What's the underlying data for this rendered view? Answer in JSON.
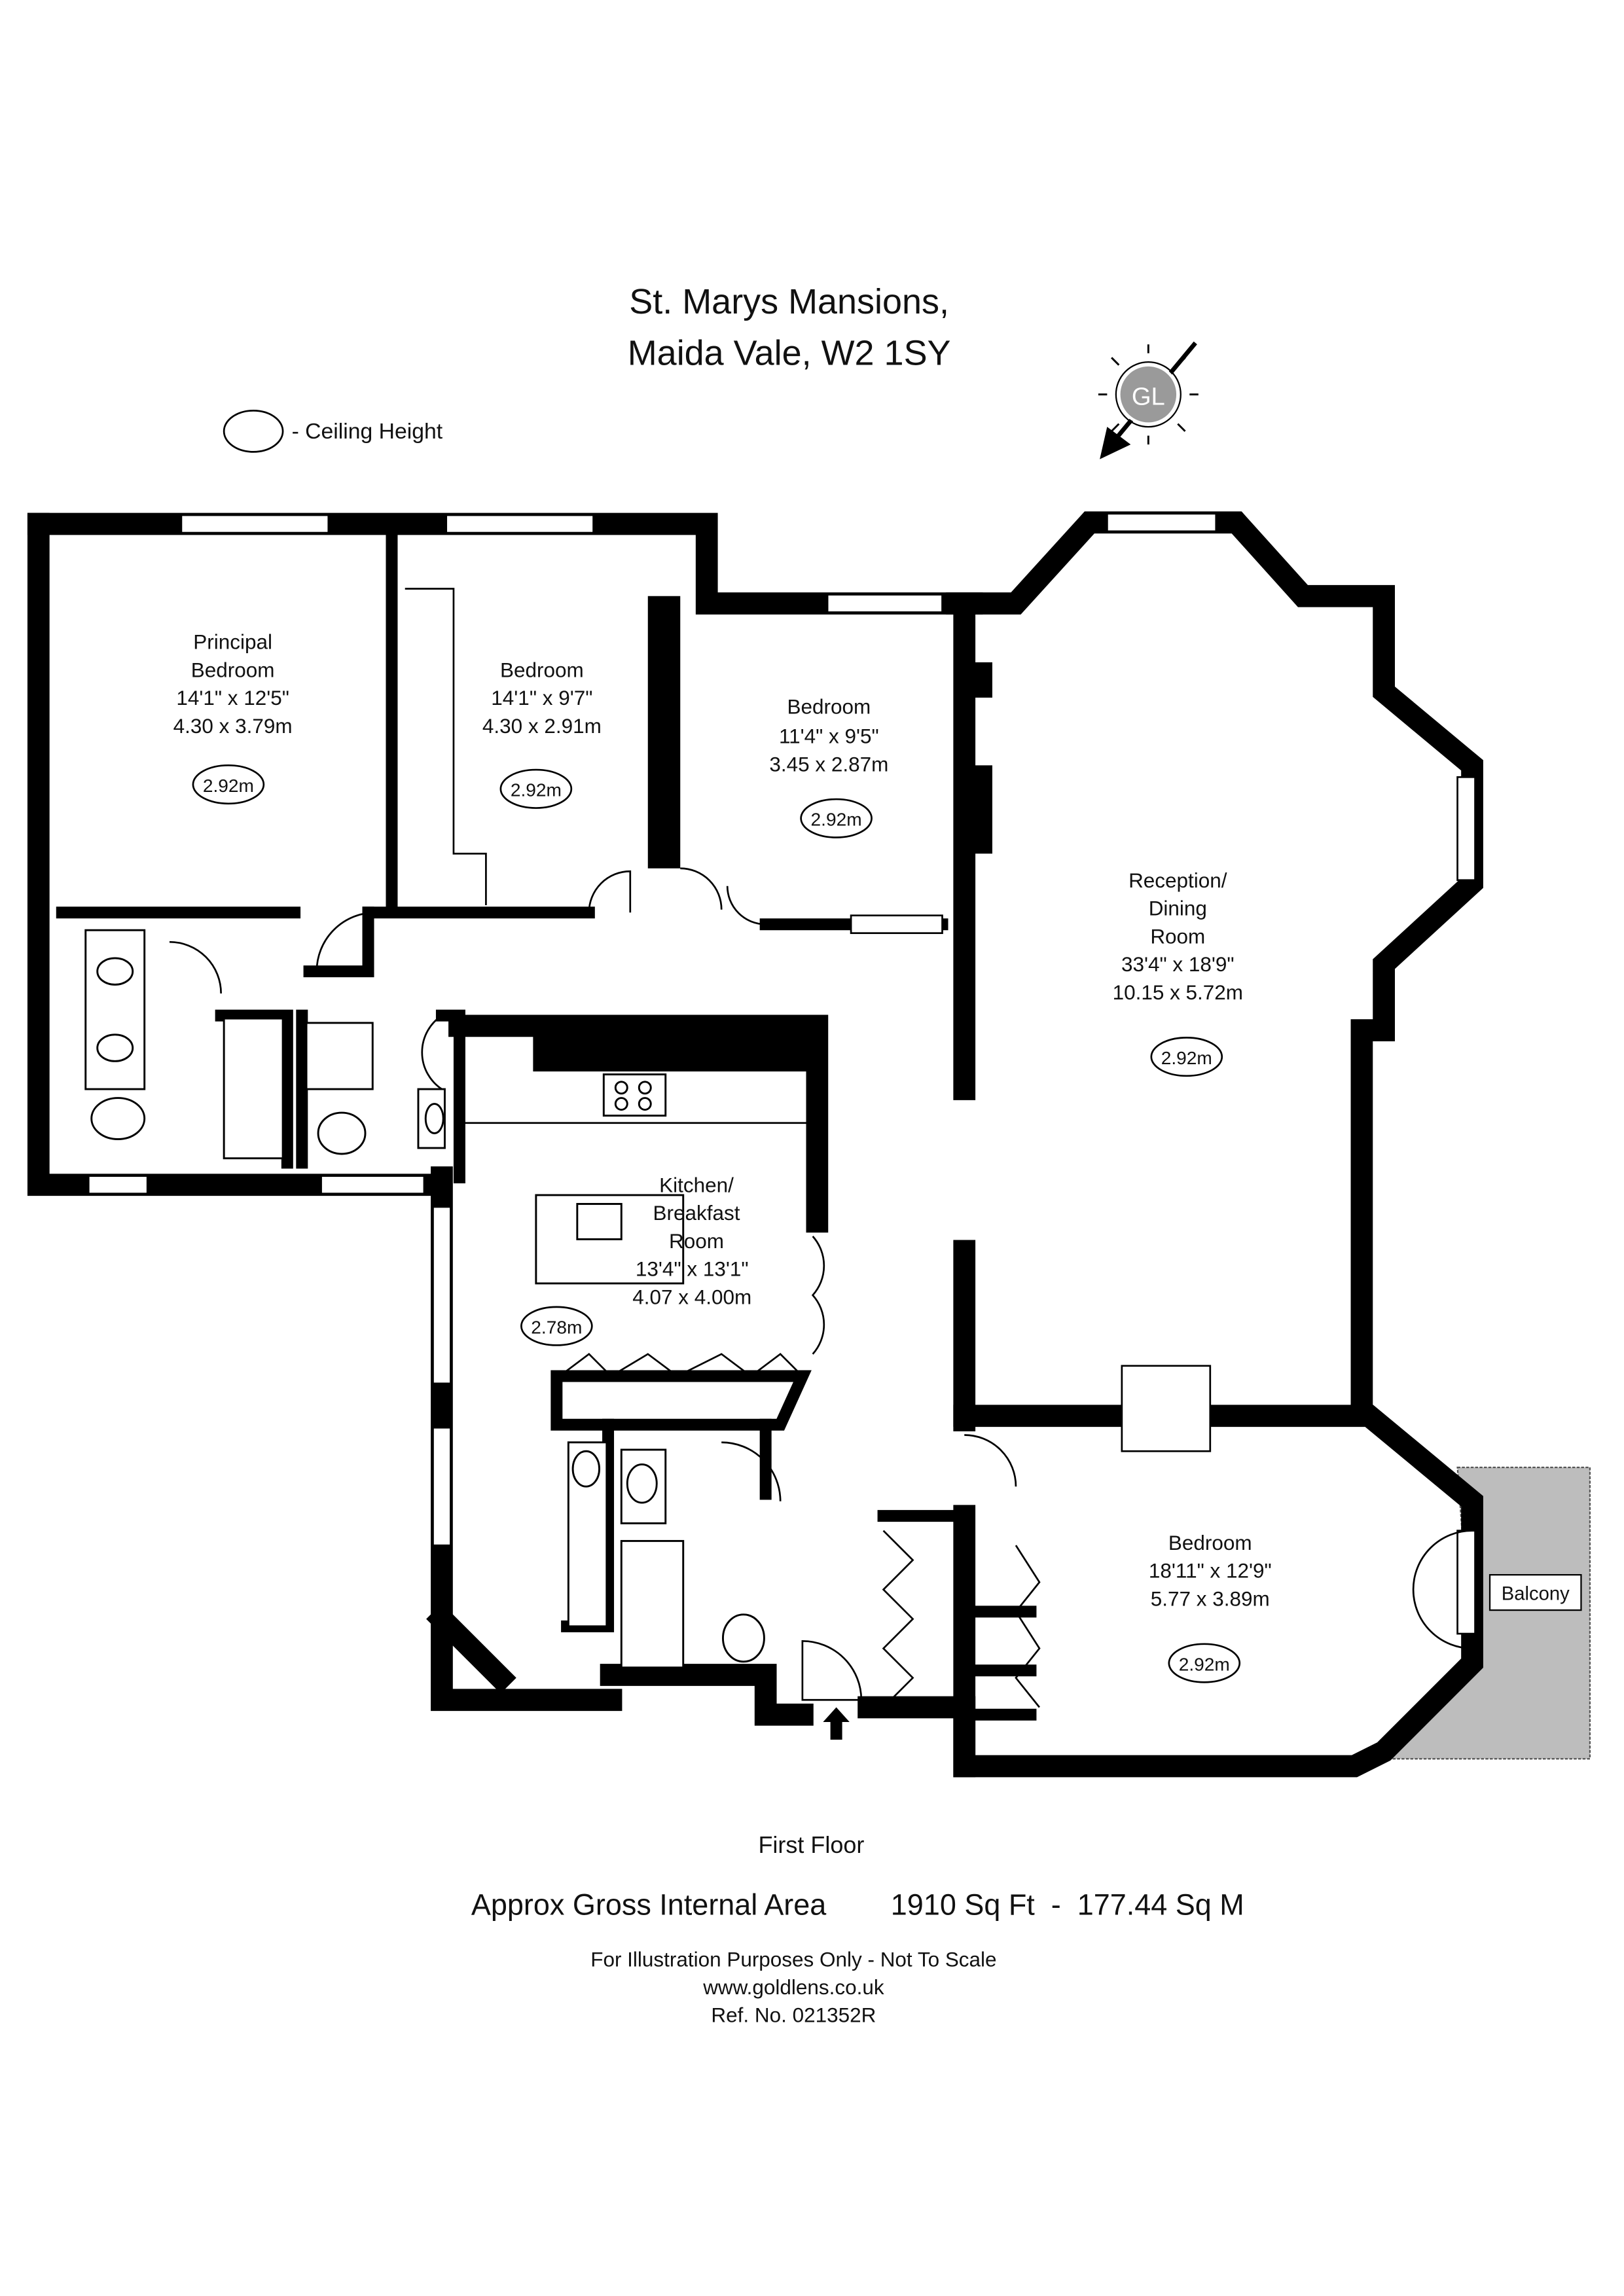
{
  "title": {
    "line1": "St. Marys Mansions,",
    "line2": "Maida Vale, W2 1SY"
  },
  "legend": {
    "ceiling_label": "- Ceiling Height"
  },
  "compass": {
    "logo_text": "GL",
    "color": "#9a9a9a"
  },
  "rooms": [
    {
      "lines": [
        "Principal",
        "Bedroom",
        "14'1\" x 12'5\"",
        "4.30 x 3.79m"
      ],
      "ceiling": "2.92m"
    },
    {
      "lines": [
        "Bedroom",
        "14'1\" x 9'7\"",
        "4.30 x 2.91m"
      ],
      "ceiling": "2.92m"
    },
    {
      "lines": [
        "Bedroom",
        "11'4\" x 9'5\"",
        "3.45 x 2.87m"
      ],
      "ceiling": "2.92m"
    },
    {
      "lines": [
        "Reception/",
        "Dining",
        "Room",
        "33'4\" x 18'9\"",
        "10.15 x 5.72m"
      ],
      "ceiling": "2.92m"
    },
    {
      "lines": [
        "Kitchen/",
        "Breakfast",
        "Room",
        "13'4\" x 13'1\"",
        "4.07 x 4.00m"
      ],
      "ceiling": "2.78m"
    },
    {
      "lines": [
        "Bedroom",
        "18'11\" x 12'9\"",
        "5.77 x 3.89m"
      ],
      "ceiling": "2.92m"
    }
  ],
  "balcony": {
    "label": "Balcony",
    "color": "#bdbdbd"
  },
  "footer": {
    "floor": "First Floor",
    "area_label": "Approx Gross Internal Area",
    "area_value": "1910 Sq Ft  -  177.44 Sq M",
    "disclaimer": "For Illustration Purposes Only - Not To Scale",
    "website": "www.goldlens.co.uk",
    "ref": "Ref. No. 021352R"
  }
}
